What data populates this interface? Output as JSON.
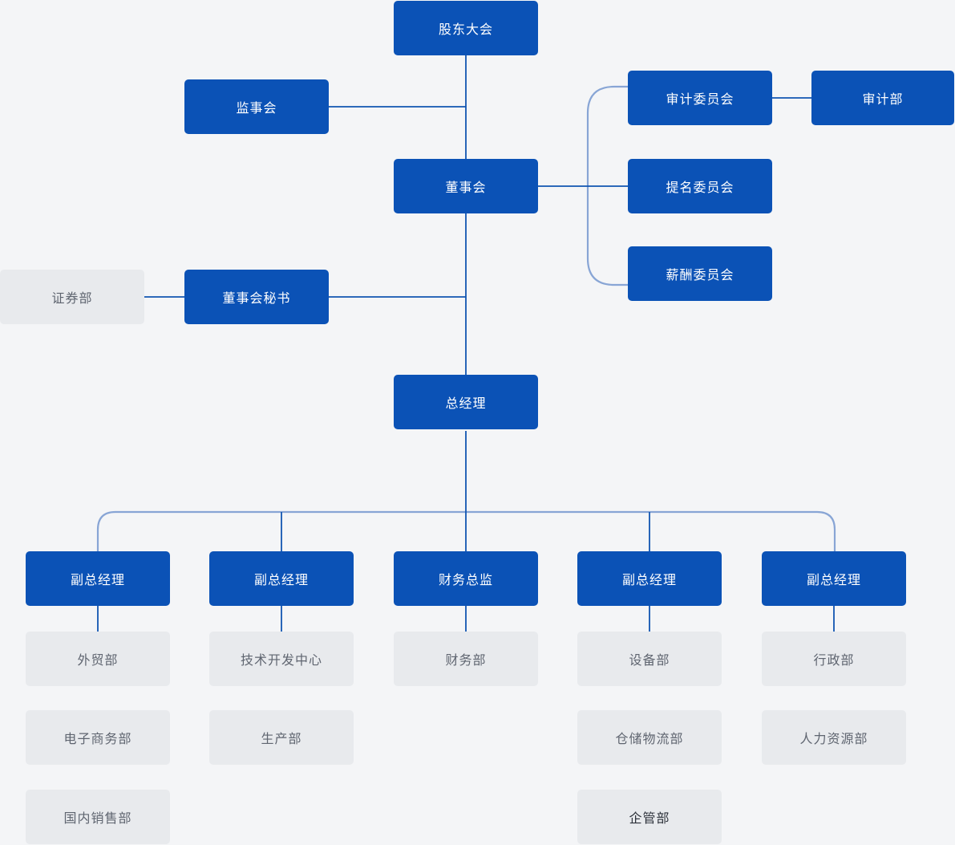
{
  "palette": {
    "node_blue": "#0b52b6",
    "node_gray": "#e8eaed",
    "line_dark": "#1155b1",
    "line_light": "#88a5d5",
    "text_light": "#ffffff",
    "text_gray": "#5f6570",
    "text_dark": "#2c313a",
    "page_bg": "#f4f5f7"
  },
  "org": {
    "shareholders_meeting": {
      "label": "股东大会",
      "type": "management"
    },
    "supervisory_board": {
      "label": "监事会",
      "type": "management"
    },
    "board_of_directors": {
      "label": "董事会",
      "type": "management"
    },
    "audit_committee": {
      "label": "审计委员会",
      "type": "management"
    },
    "audit_department": {
      "label": "审计部",
      "type": "management"
    },
    "nomination_committee": {
      "label": "提名委员会",
      "type": "management"
    },
    "remuneration_committee": {
      "label": "薪酬委员会",
      "type": "management"
    },
    "securities_department": {
      "label": "证券部",
      "type": "department"
    },
    "board_secretary": {
      "label": "董事会秘书",
      "type": "management"
    },
    "general_manager": {
      "label": "总经理",
      "type": "management"
    },
    "deputy_gm_1": {
      "label": "副总经理",
      "type": "management"
    },
    "deputy_gm_2": {
      "label": "副总经理",
      "type": "management"
    },
    "cfo": {
      "label": "财务总监",
      "type": "management"
    },
    "deputy_gm_3": {
      "label": "副总经理",
      "type": "management"
    },
    "deputy_gm_4": {
      "label": "副总经理",
      "type": "management"
    },
    "foreign_trade": {
      "label": "外贸部",
      "type": "department"
    },
    "ecommerce": {
      "label": "电子商务部",
      "type": "department"
    },
    "domestic_sales": {
      "label": "国内销售部",
      "type": "department"
    },
    "tech_center": {
      "label": "技术开发中心",
      "type": "department"
    },
    "production": {
      "label": "生产部",
      "type": "department"
    },
    "finance": {
      "label": "财务部",
      "type": "department"
    },
    "equipment": {
      "label": "设备部",
      "type": "department"
    },
    "warehouse_logistics": {
      "label": "仓储物流部",
      "type": "department"
    },
    "enterprise_mgmt": {
      "label": "企管部",
      "type": "department",
      "emphasis": true
    },
    "administration": {
      "label": "行政部",
      "type": "department"
    },
    "human_resources": {
      "label": "人力资源部",
      "type": "department"
    }
  },
  "edges": [
    {
      "from": "shareholders_meeting",
      "to": "board_of_directors"
    },
    {
      "from": "shareholders_meeting",
      "to": "supervisory_board"
    },
    {
      "from": "board_of_directors",
      "to": "audit_committee"
    },
    {
      "from": "audit_committee",
      "to": "audit_department"
    },
    {
      "from": "board_of_directors",
      "to": "nomination_committee"
    },
    {
      "from": "board_of_directors",
      "to": "remuneration_committee"
    },
    {
      "from": "board_of_directors",
      "to": "board_secretary"
    },
    {
      "from": "board_secretary",
      "to": "securities_department"
    },
    {
      "from": "board_of_directors",
      "to": "general_manager"
    },
    {
      "from": "general_manager",
      "to": "deputy_gm_1"
    },
    {
      "from": "general_manager",
      "to": "deputy_gm_2"
    },
    {
      "from": "general_manager",
      "to": "cfo"
    },
    {
      "from": "general_manager",
      "to": "deputy_gm_3"
    },
    {
      "from": "general_manager",
      "to": "deputy_gm_4"
    },
    {
      "from": "deputy_gm_1",
      "to": "foreign_trade"
    },
    {
      "from": "deputy_gm_1",
      "to": "ecommerce"
    },
    {
      "from": "deputy_gm_1",
      "to": "domestic_sales"
    },
    {
      "from": "deputy_gm_2",
      "to": "tech_center"
    },
    {
      "from": "deputy_gm_2",
      "to": "production"
    },
    {
      "from": "cfo",
      "to": "finance"
    },
    {
      "from": "deputy_gm_3",
      "to": "equipment"
    },
    {
      "from": "deputy_gm_3",
      "to": "warehouse_logistics"
    },
    {
      "from": "deputy_gm_3",
      "to": "enterprise_mgmt"
    },
    {
      "from": "deputy_gm_4",
      "to": "administration"
    },
    {
      "from": "deputy_gm_4",
      "to": "human_resources"
    }
  ]
}
